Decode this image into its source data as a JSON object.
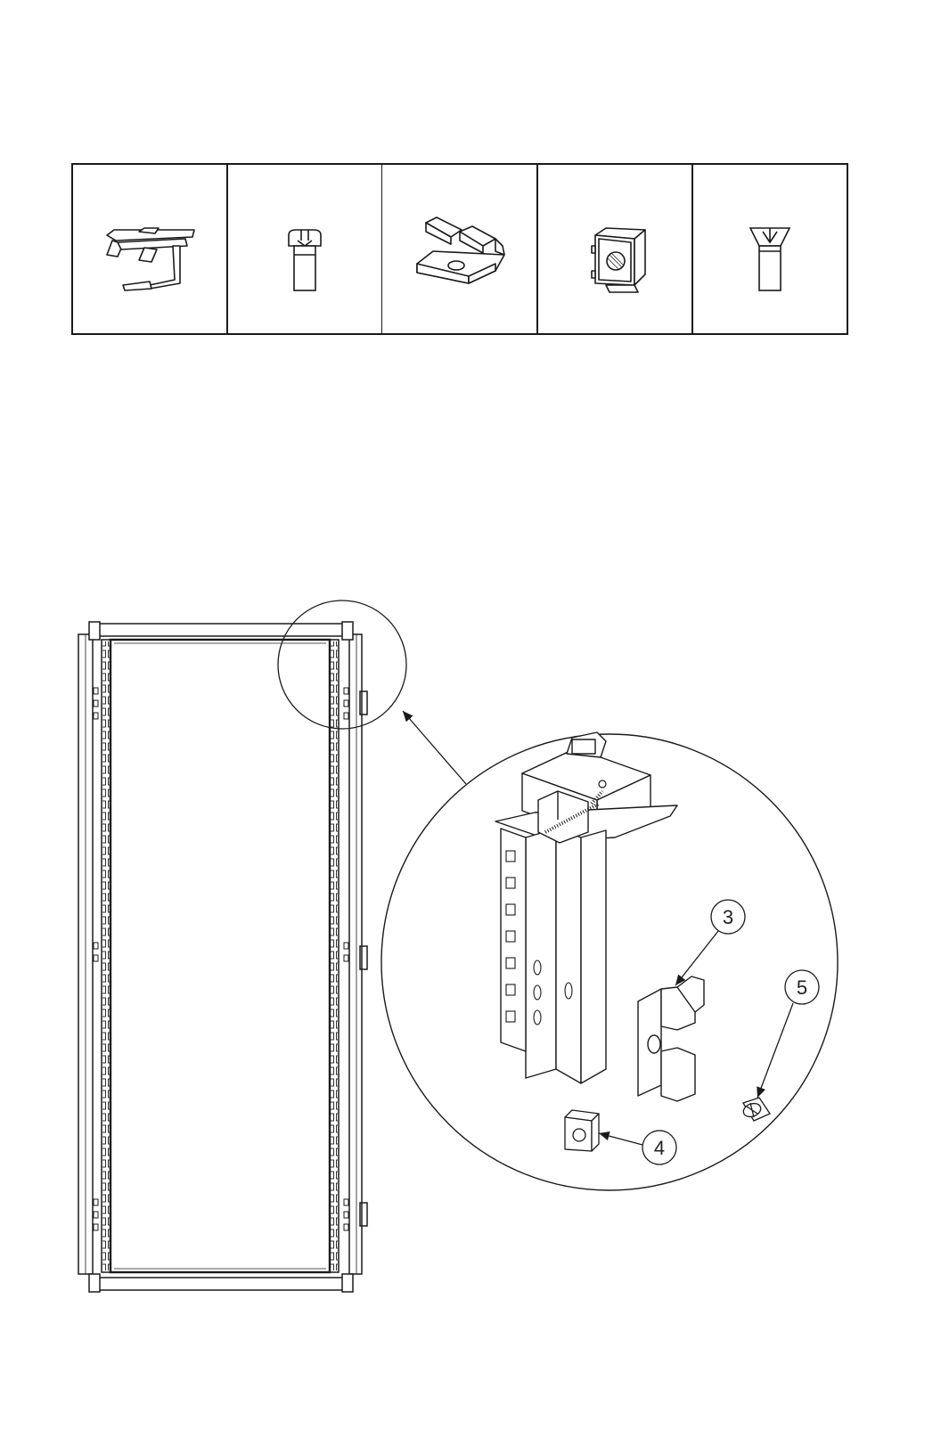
{
  "parts_table": {
    "parts": [
      {
        "icon": "spring-clip-icon"
      },
      {
        "icon": "pan-head-screw-icon"
      },
      {
        "icon": "mounting-bracket-icon"
      },
      {
        "icon": "cage-nut-icon"
      },
      {
        "icon": "flat-head-screw-icon"
      }
    ]
  },
  "callouts": {
    "bracket": "3",
    "cage_nut": "4",
    "screw": "5"
  },
  "colors": {
    "line": "#1a1a1a",
    "background": "#ffffff"
  }
}
